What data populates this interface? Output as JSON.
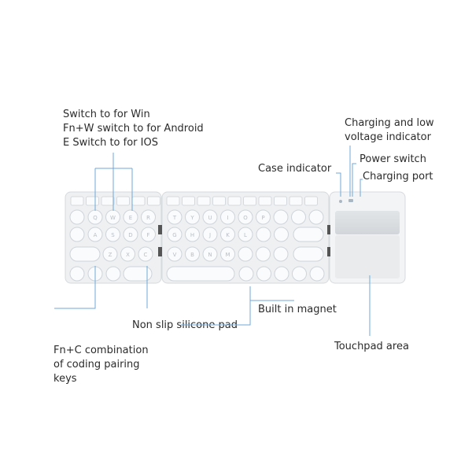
{
  "labels": {
    "os_switch": [
      "Switch to for Win",
      "Fn+W switch to for Android",
      "E Switch to for IOS"
    ],
    "charging_indicator": [
      "Charging and low",
      "voltage indicator"
    ],
    "case_indicator": "Case indicator",
    "power_switch": "Power switch",
    "charging_port": "Charging port",
    "built_in_magnet": "Built in magnet",
    "non_slip_pad": "Non slip silicone pad",
    "pairing_keys": [
      "Fn+C combination",
      "of coding pairing",
      "keys"
    ],
    "touchpad_area": "Touchpad area"
  },
  "keys": {
    "row1_left": [
      "Q",
      "W",
      "E",
      "R"
    ],
    "row2_left": [
      "A",
      "S",
      "D",
      "F"
    ],
    "row3_left": [
      "Z",
      "X",
      "C"
    ],
    "row1_mid": [
      "T",
      "Y",
      "U",
      "I",
      "O",
      "P"
    ],
    "row2_mid": [
      "G",
      "H",
      "J",
      "K",
      "L"
    ],
    "row3_mid": [
      "V",
      "B",
      "N",
      "M"
    ]
  },
  "colors": {
    "leader_line": "#6fa9d8",
    "keyboard_frame": "#eef0f2",
    "key_fill": "#fafbfc",
    "touchpad": "#d9dcdf"
  }
}
